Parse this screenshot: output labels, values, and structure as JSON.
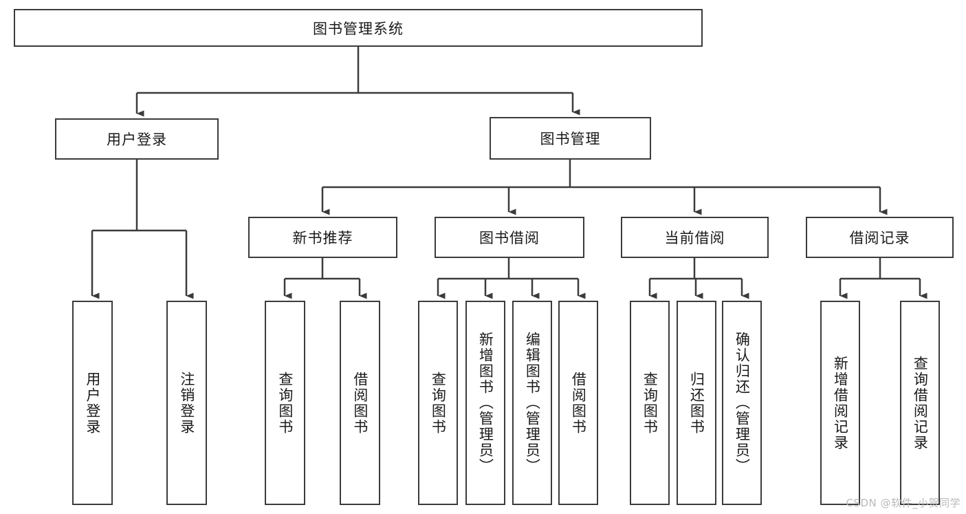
{
  "diagram": {
    "title_text": "图书管理系统",
    "type": "tree-hierarchy-chart",
    "root": {
      "label": "图书管理系统"
    },
    "level2": [
      {
        "label": "用户登录"
      },
      {
        "label": "图书管理"
      }
    ],
    "level3": [
      {
        "label": "新书推荐"
      },
      {
        "label": "图书借阅"
      },
      {
        "label": "当前借阅"
      },
      {
        "label": "借阅记录"
      }
    ],
    "leaves_user_login": [
      {
        "label": "用户登录"
      },
      {
        "label": "注销登录"
      }
    ],
    "leaves_new_book": [
      {
        "label": "查询图书"
      },
      {
        "label": "借阅图书"
      }
    ],
    "leaves_borrow": [
      {
        "label": "查询图书"
      },
      {
        "label": "新增图书（管理员）"
      },
      {
        "label": "编辑图书（管理员）"
      },
      {
        "label": "借阅图书"
      }
    ],
    "leaves_current": [
      {
        "label": "查询图书"
      },
      {
        "label": "归还图书"
      },
      {
        "label": "确认归还（管理员）"
      }
    ],
    "leaves_record": [
      {
        "label": "新增借阅记录"
      },
      {
        "label": "查询借阅记录"
      }
    ],
    "watermark": "CSDN @软件_小贺同学",
    "colors": {
      "stroke": "#3b3b3b",
      "fill": "#ffffff",
      "text": "#1a1a1a",
      "watermark": "#b9b9b9"
    }
  }
}
